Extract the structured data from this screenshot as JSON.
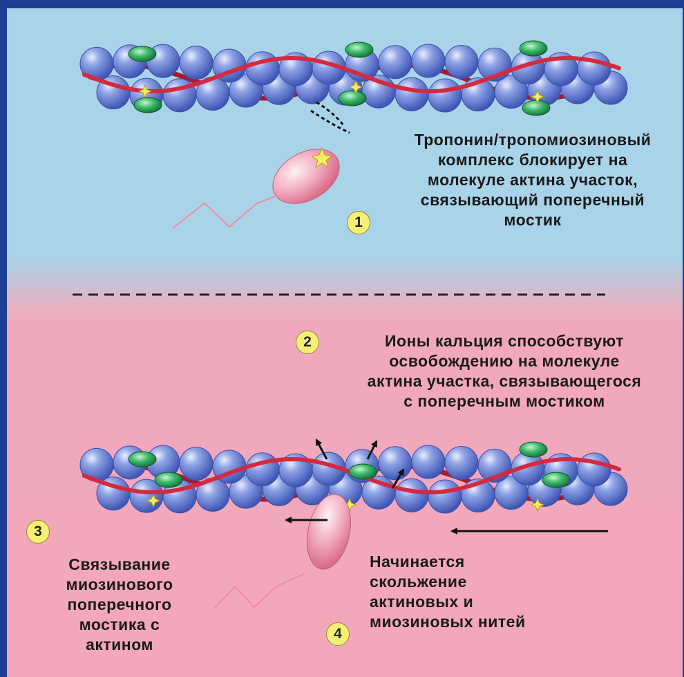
{
  "step1": {
    "number": "1",
    "lines": [
      "Тропонин/тропомиозиновый",
      "комплекс блокирует на",
      "молекуле актина участок,",
      "связывающий поперечный",
      "мостик"
    ]
  },
  "step2": {
    "number": "2",
    "lines": [
      "Ионы кальция способствуют",
      "освобождению на молекуле",
      "актина участка, связывающегося",
      "с поперечным мостиком"
    ]
  },
  "step3": {
    "number": "3",
    "lines": [
      "Связывание",
      "миозинового",
      "поперечного",
      "мостика с",
      "актином"
    ]
  },
  "step4": {
    "number": "4",
    "lines": [
      "Начинается",
      "скольжение",
      "актиновых и",
      "миозиновых нитей"
    ]
  },
  "colors": {
    "actin": "#6f88d8",
    "tropomyosin": "#c8233a",
    "troponin": "#2fa35b",
    "myosin": "#f0a0b4",
    "site": "#f4ee60",
    "upper_bg": "#a9d3e8",
    "lower_bg": "#f3a7bb",
    "frame": "#1d3f93"
  }
}
